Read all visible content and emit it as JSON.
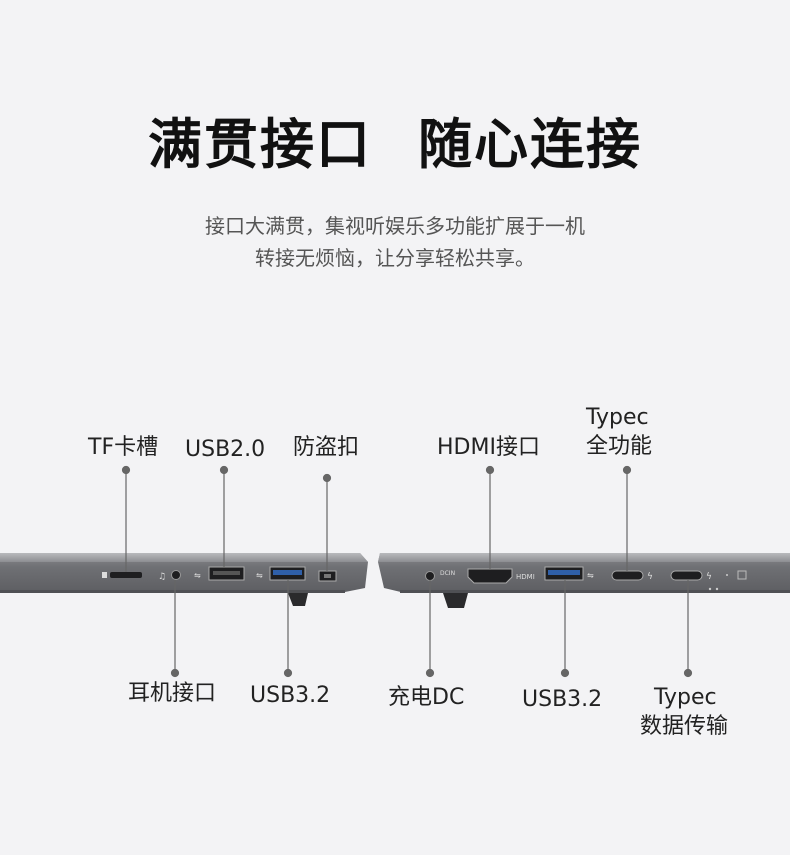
{
  "headline": {
    "part1": "满贯接口",
    "part2": "随心连接"
  },
  "subtitle": {
    "line1": "接口大满贯，集视听娱乐多功能扩展于一机",
    "line2": "转接无烦恼，让分享轻松共享。"
  },
  "left_side": {
    "top_labels": [
      "TF卡槽",
      "USB2.0",
      "防盗扣"
    ],
    "bottom_labels": [
      "耳机接口",
      "USB3.2"
    ]
  },
  "right_side": {
    "top_labels": [
      "HDMI接口",
      "Typec",
      "全功能"
    ],
    "bottom_labels": [
      "充电DC",
      "USB3.2",
      "Typec",
      "数据传输"
    ],
    "port_text": {
      "hdmi": "HDMI",
      "dc": "DCIN"
    }
  },
  "colors": {
    "body": "#6e6f73",
    "usb3_blue": "#2f5fa8",
    "background": "#f3f3f5"
  }
}
